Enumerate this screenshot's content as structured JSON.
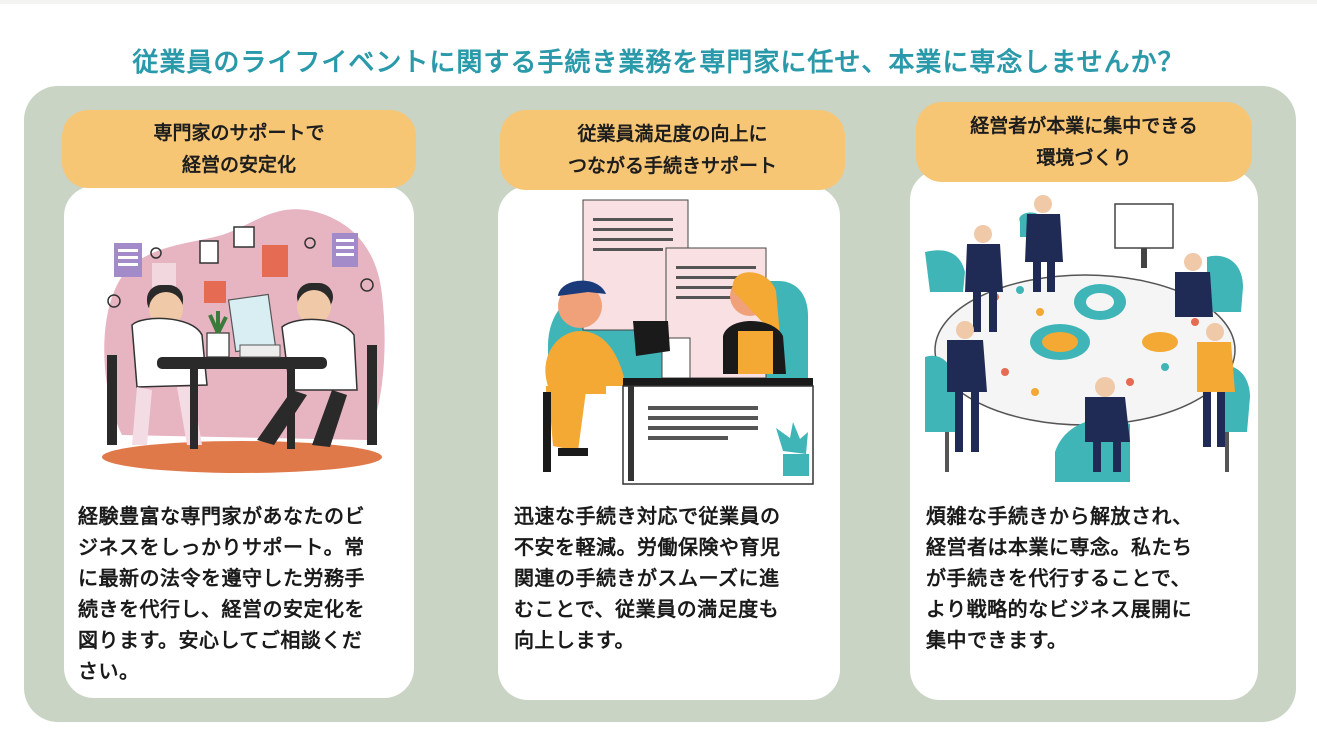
{
  "headline": "従業員のライフイベントに関する手続き業務を専門家に任せ、本業に専念しませんか？",
  "cards": [
    {
      "title": "専門家のサポートで\n経営の安定化",
      "illustration": "consultation-illustration",
      "body": "経験豊富な専門家があなたのビ\nジネスをしっかりサポート。常\nに最新の法令を遵守した労務手\n続きを代行し、経営の安定化を\n図ります。安心してご相談くだ\nさい。"
    },
    {
      "title": "従業員満足度の向上に\nつながる手続きサポート",
      "illustration": "employee-support-illustration",
      "body": "迅速な手続き対応で従業員の\n不安を軽減。労働保険や育児\n関連の手続きがスムーズに進\nむことで、従業員の満足度も\n向上します。"
    },
    {
      "title": "経営者が本業に集中できる\n環境づくり",
      "illustration": "business-meeting-illustration",
      "body": "煩雑な手続きから解放され、\n経営者は本業に専念。私たち\nが手続きを代行することで、\nより戦略的なビジネス展開に\n集中できます。"
    }
  ],
  "colors": {
    "headline": "#2a9aaa",
    "panel": "#c9d4c5",
    "pill": "#f7c675",
    "card": "#ffffff"
  }
}
